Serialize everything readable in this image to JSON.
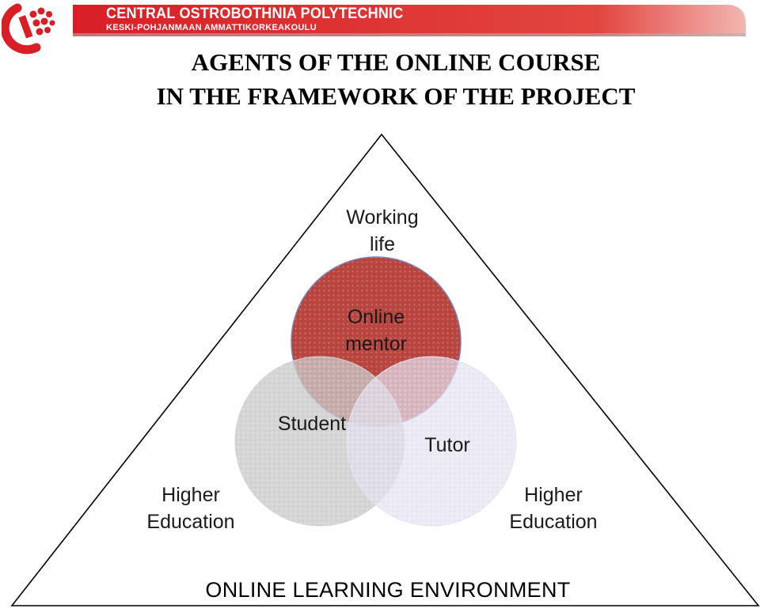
{
  "header": {
    "institution_name": "CENTRAL OSTROBOTHNIA POLYTECHNIC",
    "institution_name_fi": "KESKI-POHJANMAAN AMMATTIKORKEAKOULU",
    "logo_icon": "polytechnic-logo-icon",
    "accent_color": "#d81f26"
  },
  "title": {
    "line1": "AGENTS OF THE ONLINE COURSE",
    "line2": "IN THE FRAMEWORK OF THE PROJECT"
  },
  "diagram": {
    "apex_label_line1": "Working",
    "apex_label_line2": "life",
    "mentor_label_line1": "Online",
    "mentor_label_line2": "mentor",
    "student_label": "Student",
    "tutor_label": "Tutor",
    "left_corner_line1": "Higher",
    "left_corner_line2": "Education",
    "right_corner_line1": "Higher",
    "right_corner_line2": "Education",
    "base_label": "ONLINE LEARNING ENVIRONMENT",
    "circle_colors": {
      "mentor": "#b9463f",
      "student": "#cfcfcf",
      "tutor": "#e6e4f0"
    }
  }
}
